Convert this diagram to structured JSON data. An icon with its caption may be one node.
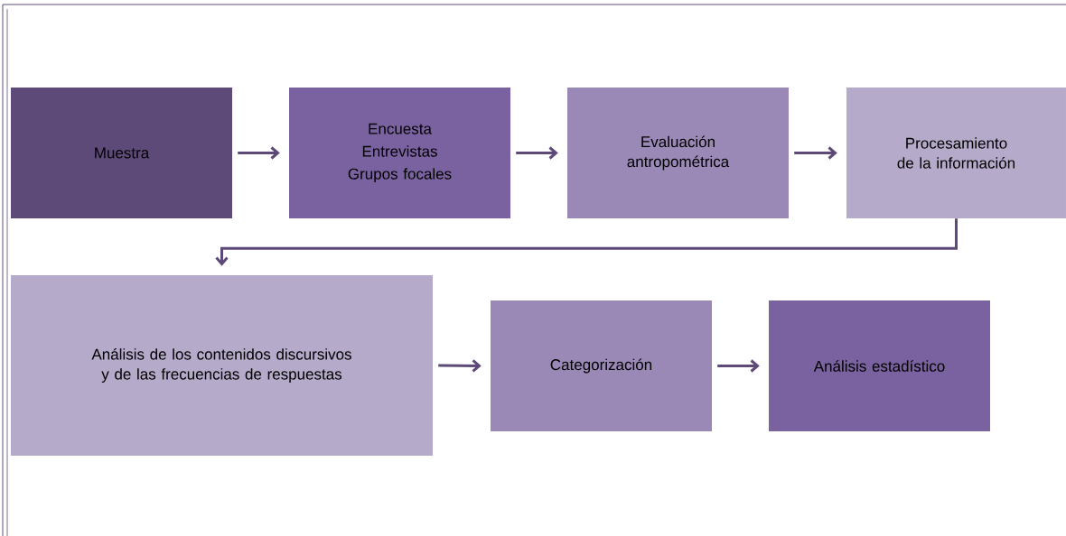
{
  "diagram": {
    "nodes": [
      {
        "text": [
          "Muestra"
        ]
      },
      {
        "text": [
          "Encuesta",
          "Entrevistas",
          "Grupos focales"
        ]
      },
      {
        "text": [
          "Evaluación antropométrica"
        ]
      },
      {
        "text": [
          "Procesamiento de la información"
        ]
      },
      {
        "text": [
          "Análisis de los contenidos discursivos  y de las frecuencias de respuestas"
        ]
      },
      {
        "text": [
          "Categorización"
        ]
      },
      {
        "text": [
          "Análisis estadístico"
        ]
      }
    ],
    "edges": [
      {
        "from": 0,
        "to": 1,
        "arrow": "to"
      },
      {
        "from": 1,
        "to": 2,
        "arrow": "to"
      },
      {
        "from": 2,
        "to": 3,
        "arrow": "to"
      },
      {
        "from": 3,
        "to": 4,
        "arrow": "to"
      },
      {
        "from": 4,
        "to": 5,
        "arrow": "to"
      },
      {
        "from": 5,
        "to": 6,
        "arrow": "to"
      }
    ]
  }
}
